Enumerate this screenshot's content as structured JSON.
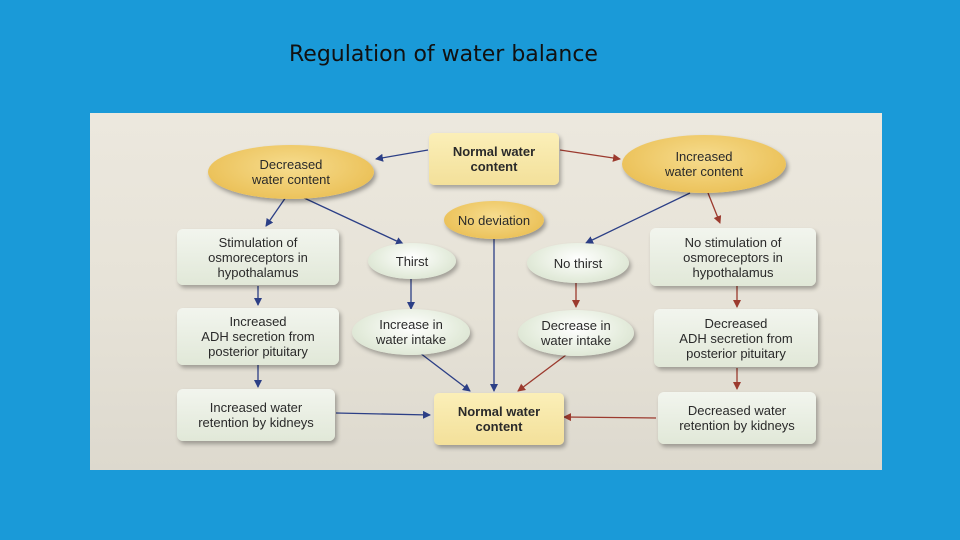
{
  "title": "Regulation of water balance",
  "nodes": {
    "normal_top": "Normal water\ncontent",
    "decreased": "Decreased\nwater content",
    "increased": "Increased\nwater content",
    "no_deviation": "No deviation",
    "stim_osmo": "Stimulation of\nosmoreceptors in\nhypothalamus",
    "thirst": "Thirst",
    "no_thirst": "No thirst",
    "no_stim_osmo": "No stimulation of\nosmoreceptors in\nhypothalamus",
    "inc_adh": "Increased\nADH secretion from\nposterior pituitary",
    "inc_intake": "Increase in\nwater intake",
    "dec_intake": "Decrease in\nwater intake",
    "dec_adh": "Decreased\nADH secretion from\nposterior pituitary",
    "inc_retention": "Increased water\nretention by kidneys",
    "normal_bottom": "Normal water\ncontent",
    "dec_retention": "Decreased water\nretention by kidneys"
  },
  "colors": {
    "background": "#1a9ad8",
    "arrow_blue": "#2c3f86",
    "arrow_red": "#9c3a2e"
  }
}
